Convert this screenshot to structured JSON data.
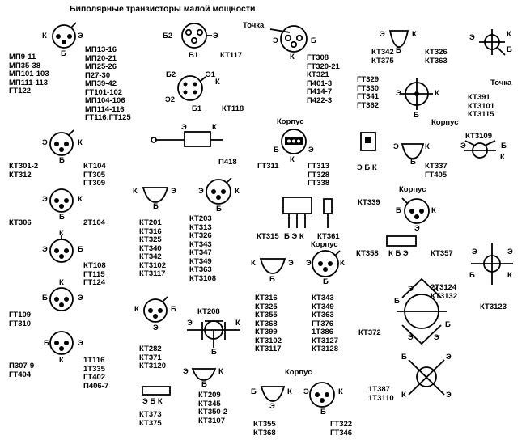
{
  "title": "Биполярные транзисторы малой мощности",
  "labels": {
    "b": "Б",
    "e": "Э",
    "k": "К",
    "b1": "Б1",
    "b2": "Б2",
    "e1": "Э1",
    "e2": "Э2",
    "tochka": "Точка",
    "korpus": "Корпус",
    "ebk": "Э Б К",
    "kbe": "К Б Э",
    "bek": "Б Э К",
    "kt117": "КТ117",
    "kt118": "КТ118",
    "p418": "П418",
    "kt208": "КТ208",
    "kt315": "КТ315",
    "kt361": "КТ361",
    "kt358": "КТ358",
    "kt357": "КТ357",
    "kt372": "КТ372",
    "kt3123": "КТ3123",
    "kt339": "КТ339",
    "kt3109": "КТ3109",
    "gt311": "ГТ311"
  },
  "groups": {
    "g1a": [
      "МП9-11",
      "МП35-38",
      "МП101-103",
      "МП111-113",
      "ГТ122"
    ],
    "g1b": [
      "МП13-16",
      "МП20-21",
      "МП25-26",
      "П27-30",
      "МП39-42",
      "ГТ101-102",
      "МП104-106",
      "МП114-116",
      "ГТ116;ГТ125"
    ],
    "g2a": [
      "КТ301-2",
      "КТ312"
    ],
    "g2b": [
      "КТ104",
      "ГТ305",
      "ГТ309"
    ],
    "g3a": [
      "КТ306"
    ],
    "g3b": [
      "2Т104"
    ],
    "g4": [
      "КТ108",
      "ГТ115",
      "ГТ124"
    ],
    "g5": [
      "ГТ109",
      "ГТ310"
    ],
    "g6a": [
      "П307-9",
      "ГТ404"
    ],
    "g6b": [
      "1Т116",
      "1Т335",
      "ГТ402",
      "П406-7"
    ],
    "gt308": [
      "ГТ308",
      "ГТ320-21",
      "КТ321",
      "П401-3",
      "П414-7",
      "П422-3"
    ],
    "kt342": [
      "КТ342",
      "КТ375"
    ],
    "kt326": [
      "КТ326",
      "КТ363"
    ],
    "gt329": [
      "ГТ329",
      "ГТ330",
      "ГТ341",
      "ГТ362"
    ],
    "kt391": [
      "КТ391",
      "КТ3101",
      "КТ3115"
    ],
    "gt313": [
      "ГТ313",
      "ГТ328",
      "ГТ338"
    ],
    "kt337": [
      "КТ337",
      "ГТ405"
    ],
    "kt201": [
      "КТ201",
      "КТ316",
      "КТ325",
      "КТ340",
      "КТ342",
      "КТ3102",
      "КТ3117"
    ],
    "kt203": [
      "КТ203",
      "КТ313",
      "КТ326",
      "КТ343",
      "КТ347",
      "КТ349",
      "КТ363",
      "КТ3108"
    ],
    "kt316b": [
      "КТ316",
      "КТ325",
      "КТ355",
      "КТ368",
      "КТ399",
      "КТ3102",
      "КТ3117"
    ],
    "kt343b": [
      "КТ343",
      "КТ349",
      "КТ363",
      "ГТ376",
      "1Т386",
      "КТ3127",
      "КТ3128"
    ],
    "kt3124": [
      "2Т3124",
      "КТ3132"
    ],
    "kt282": [
      "КТ282",
      "КТ371",
      "КТ3120"
    ],
    "kt209": [
      "КТ209",
      "КТ345",
      "КТ350-2",
      "КТ3107"
    ],
    "kt373": [
      "КТ373",
      "КТ375"
    ],
    "kt355": [
      "КТ355",
      "КТ368"
    ],
    "gt322": [
      "ГТ322",
      "ГТ346"
    ],
    "t387": [
      "1Т387",
      "1Т3110"
    ]
  }
}
